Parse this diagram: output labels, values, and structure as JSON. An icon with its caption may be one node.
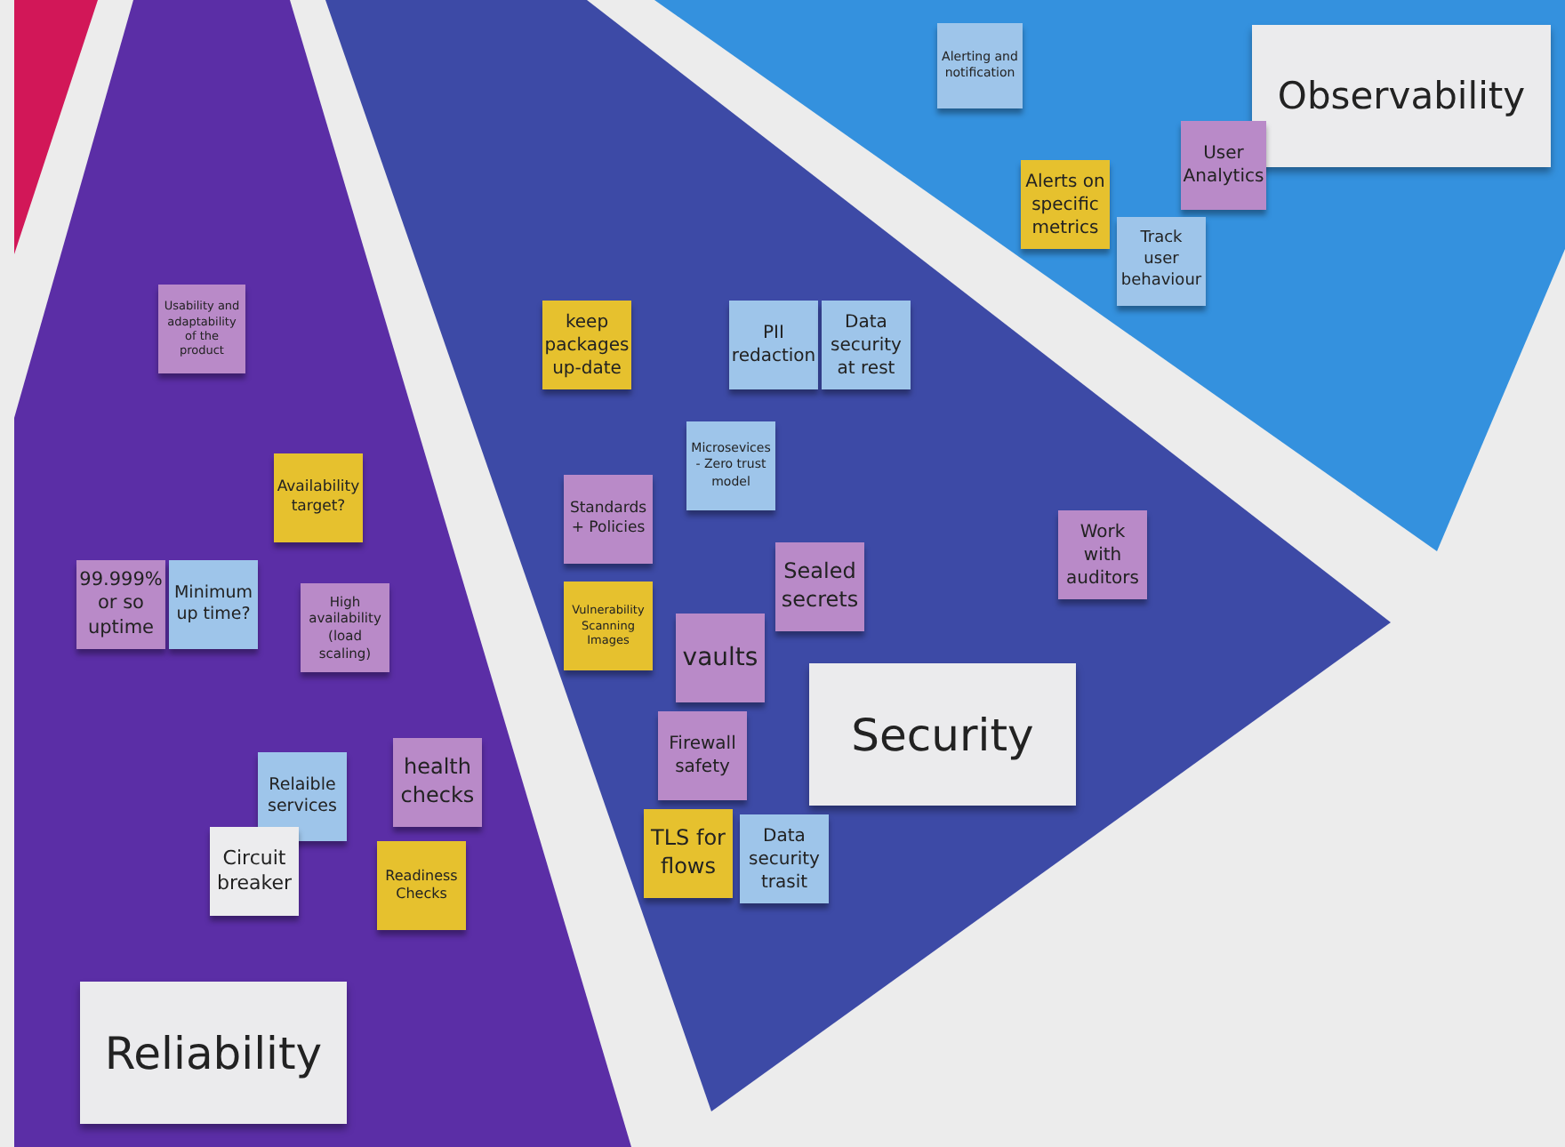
{
  "diagram": {
    "nodes": [
      {
        "text": [],
        "shape": "triangle"
      },
      {
        "text": [
          "Reliability"
        ]
      },
      {
        "text": [
          "Security"
        ]
      },
      {
        "text": [
          "Observability"
        ]
      },
      {
        "text": [
          "Alerting and notification"
        ],
        "in": 3
      },
      {
        "text": [
          "User Analytics"
        ],
        "in": 3
      },
      {
        "text": [
          "Alerts on specific metrics"
        ],
        "in": 3
      },
      {
        "text": [
          "Track user behaviour"
        ],
        "in": 3
      },
      {
        "text": [
          "Usability and adaptability of the product"
        ],
        "in": 1
      },
      {
        "text": [
          "keep packages up-date"
        ],
        "in": 2
      },
      {
        "text": [
          "PII redaction"
        ],
        "in": 2
      },
      {
        "text": [
          "Data security at rest"
        ],
        "in": 2
      },
      {
        "text": [
          "Microsevices - Zero trust model"
        ],
        "in": 2
      },
      {
        "text": [
          "Availability target?"
        ],
        "in": 1
      },
      {
        "text": [
          "Standards + Policies"
        ],
        "in": 2
      },
      {
        "text": [
          "Work with auditors"
        ],
        "in": 2
      },
      {
        "text": [
          "Sealed secrets"
        ],
        "in": 2
      },
      {
        "text": [
          "99.999% or so uptime"
        ],
        "in": 1
      },
      {
        "text": [
          "Minimum up time?"
        ],
        "in": 1
      },
      {
        "text": [
          "High availability (load scaling)"
        ],
        "in": 1
      },
      {
        "text": [
          "Vulnerability Scanning Images"
        ],
        "in": 2
      },
      {
        "text": [
          "vaults"
        ],
        "in": 2
      },
      {
        "text": [
          "Firewall safety"
        ],
        "in": 2
      },
      {
        "text": [
          "health checks"
        ],
        "in": 1
      },
      {
        "text": [
          "Relaible services"
        ],
        "in": 1
      },
      {
        "text": [
          "Data security trasit"
        ],
        "in": 2
      },
      {
        "text": [
          "TLS for flows"
        ],
        "in": 2
      },
      {
        "text": [
          "Circuit breaker"
        ],
        "in": 1
      },
      {
        "text": [
          "Readiness Checks"
        ],
        "in": 1
      }
    ],
    "edges": []
  }
}
